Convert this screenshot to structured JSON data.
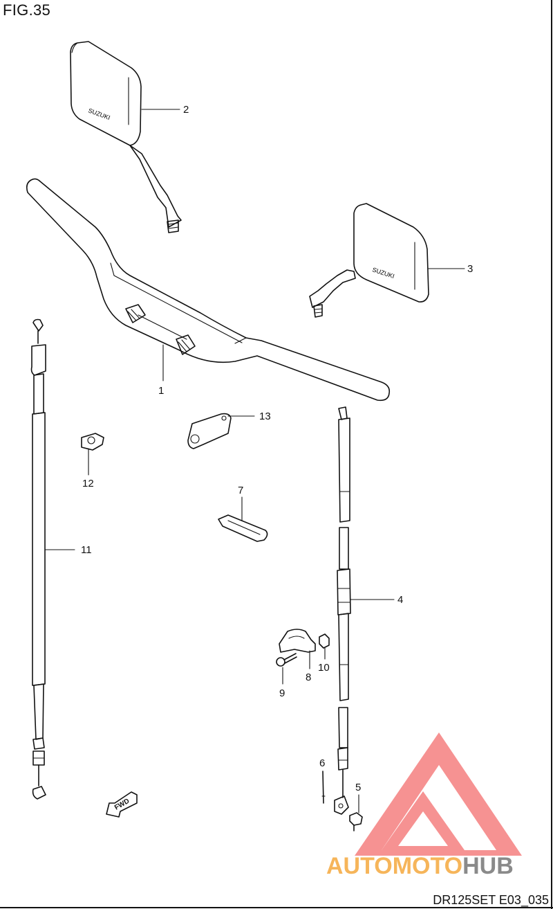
{
  "figure": {
    "title": "FIG.35",
    "code": "DR125SET E03_035"
  },
  "callouts": [
    {
      "id": "1",
      "label": "1"
    },
    {
      "id": "2",
      "label": "2"
    },
    {
      "id": "3",
      "label": "3"
    },
    {
      "id": "4",
      "label": "4"
    },
    {
      "id": "5",
      "label": "5"
    },
    {
      "id": "6",
      "label": "6"
    },
    {
      "id": "7",
      "label": "7"
    },
    {
      "id": "8",
      "label": "8"
    },
    {
      "id": "9",
      "label": "9"
    },
    {
      "id": "10",
      "label": "10"
    },
    {
      "id": "11",
      "label": "11"
    },
    {
      "id": "12",
      "label": "12"
    },
    {
      "id": "13",
      "label": "13"
    }
  ],
  "mirror_brand": "SUZUKI",
  "fwd_arrow": "FWD",
  "watermark": {
    "part1": "AUTO",
    "part2": "MOTO",
    "part3": "HUB",
    "colors": {
      "logo": "#f47f7f",
      "orange": "#f6b55a",
      "gray": "#8a8a8a"
    }
  }
}
